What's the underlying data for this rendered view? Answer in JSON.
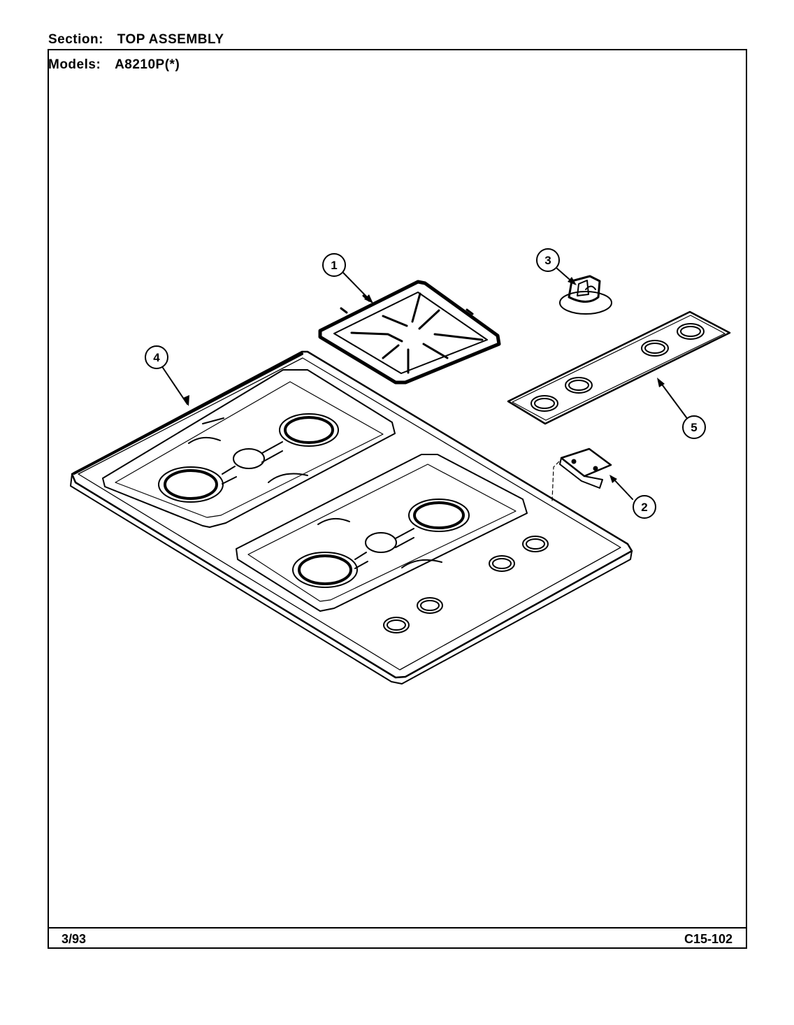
{
  "header": {
    "section_label": "Section:",
    "section_value": "TOP ASSEMBLY",
    "models_label": "Models:",
    "models_value": "A8210P(*)"
  },
  "callouts": [
    {
      "number": "1",
      "part": "burner-grate"
    },
    {
      "number": "2",
      "part": "bracket"
    },
    {
      "number": "3",
      "part": "control-knob"
    },
    {
      "number": "4",
      "part": "cooktop-main-top"
    },
    {
      "number": "5",
      "part": "control-panel-overlay"
    }
  ],
  "footer": {
    "date_code": "3/93",
    "page_code": "C15-102"
  }
}
